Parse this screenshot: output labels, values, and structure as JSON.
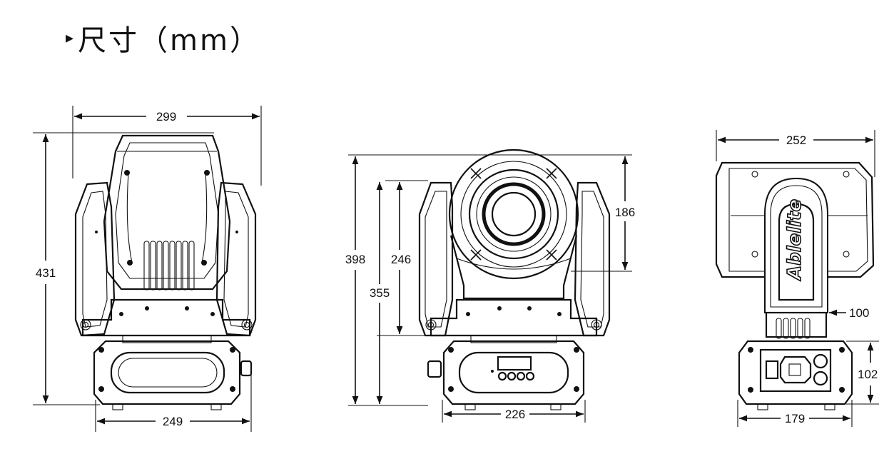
{
  "title": {
    "marker": "▸",
    "text": "尺寸（mm）"
  },
  "front_view": {
    "width_top": "299",
    "height_total": "431",
    "width_base": "249"
  },
  "side_view": {
    "height_total": "398",
    "height_upper": "246",
    "height_mid": "355",
    "head_height": "186",
    "width_base": "226"
  },
  "back_view": {
    "width_top": "252",
    "arm_width": "100",
    "base_height": "102",
    "width_base": "179",
    "brand_logo": "Ablelite"
  }
}
